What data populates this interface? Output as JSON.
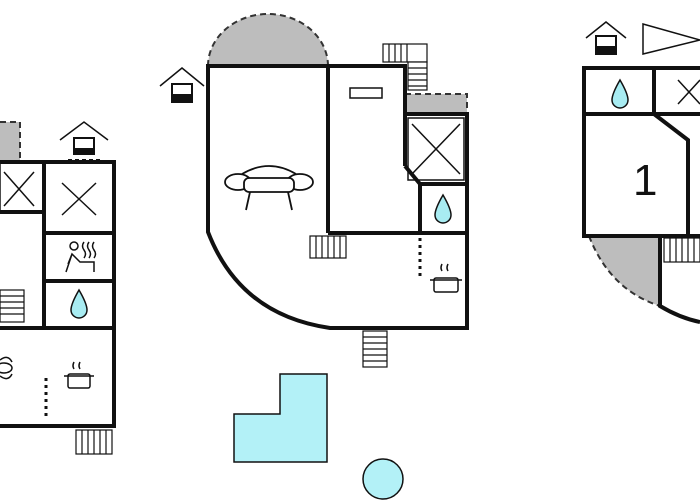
{
  "colors": {
    "wall": "#111111",
    "shaded_area": "#bdbdbd",
    "water_drop": "#a8ecf2",
    "pool": "#b3f1f7",
    "background": "#ffffff"
  },
  "plans": [
    {
      "name": "floor-plan-left",
      "icons": [
        "house-icon",
        "fireplace-x-icon",
        "sauna-icon",
        "water-drop-icon",
        "cooking-pot-icon",
        "stairs-icon"
      ]
    },
    {
      "name": "floor-plan-center",
      "icons": [
        "house-icon",
        "sofa-icon",
        "fireplace-x-icon",
        "water-drop-icon",
        "cooking-pot-icon",
        "stairs-icon"
      ]
    },
    {
      "name": "floor-plan-right",
      "rooms": [
        {
          "label": "1"
        }
      ],
      "icons": [
        "house-icon",
        "direction-arrow-icon",
        "water-drop-icon",
        "fireplace-x-icon",
        "stairs-icon"
      ]
    }
  ],
  "outdoor": [
    "l-shaped-pool",
    "round-pool"
  ]
}
